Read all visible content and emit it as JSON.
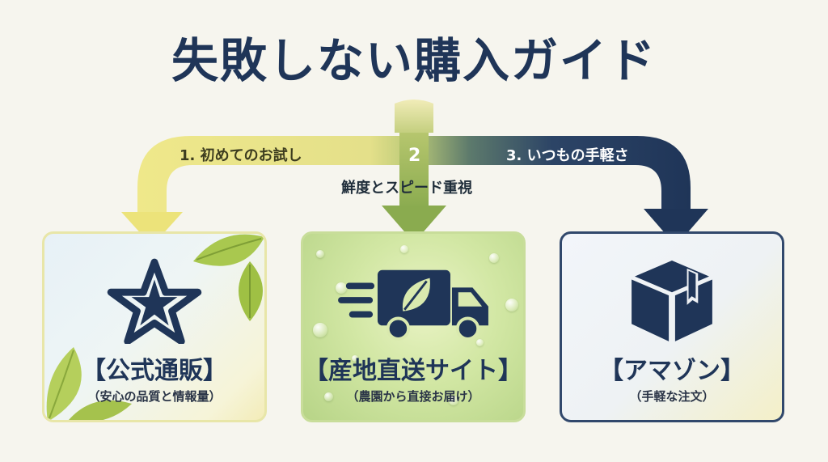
{
  "title": "失敗しない購入ガイド",
  "routes": [
    {
      "label": "1. 初めてのお試し",
      "color": "#ece37a"
    },
    {
      "number": "2",
      "label": "鮮度とスピード重視",
      "color": "#93b255"
    },
    {
      "label": "3. いつもの手軽さ",
      "color": "#1f3558"
    }
  ],
  "cards": [
    {
      "title": "【公式通販】",
      "subtitle": "（安心の品質と情報量）",
      "icon": "star-icon"
    },
    {
      "title": "【産地直送サイト】",
      "subtitle": "（農園から直接お届け）",
      "icon": "delivery-truck-leaf-icon"
    },
    {
      "title": "【アマゾン】",
      "subtitle": "（手軽な注文）",
      "icon": "cardboard-box-icon"
    }
  ],
  "colors": {
    "navy": "#1f3558",
    "yellow": "#ece37a",
    "green": "#93b255",
    "background": "#f6f5ee"
  }
}
